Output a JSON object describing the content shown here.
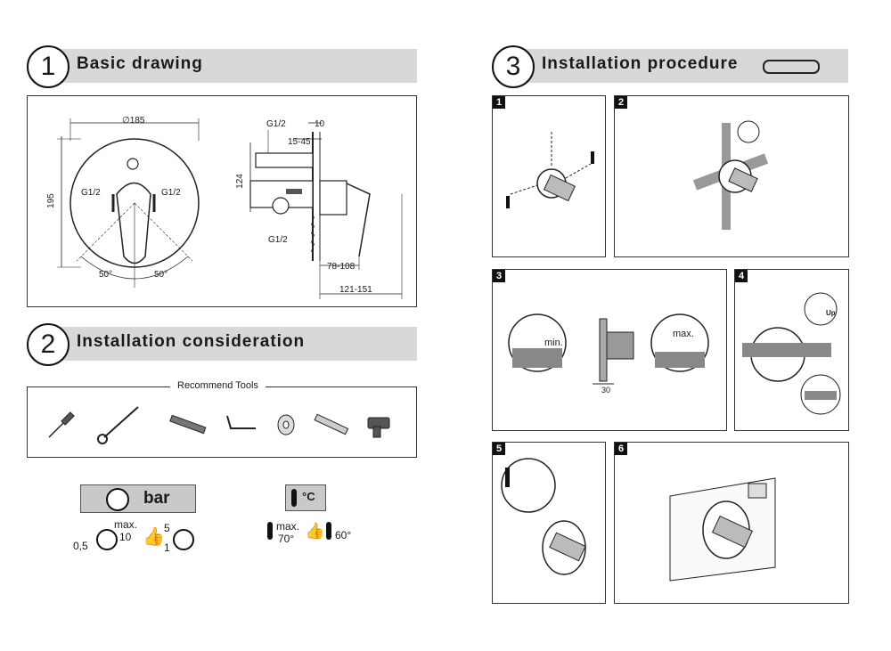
{
  "sections": [
    {
      "number": "1",
      "title": "Basic drawing"
    },
    {
      "number": "2",
      "title": "Installation consideration"
    },
    {
      "number": "3",
      "title": "Installation procedure"
    }
  ],
  "drawing": {
    "diameter": "∅185",
    "height": "195",
    "inlet_left": "G1/2",
    "inlet_right": "G1/2",
    "angle_left": "50°",
    "angle_right": "50°",
    "side_top": "G1/2",
    "side_depth": "10",
    "side_range": "15-45",
    "side_height": "124",
    "side_bottom": "G1/2",
    "depth1": "78-108",
    "depth2": "121-151"
  },
  "tools": {
    "legend": "Recommend Tools",
    "items": [
      "screwdriver-icon",
      "wrench-icon",
      "utility-knife-icon",
      "hex-key-icon",
      "tape-icon",
      "spirit-level-icon",
      "drill-icon"
    ]
  },
  "pressure": {
    "unit": "bar",
    "max_label": "max.",
    "max_value": "10",
    "min_value": "0,5",
    "rec_value": "5",
    "rec_low": "1"
  },
  "temperature": {
    "unit": "°C",
    "max_label": "max.",
    "max_value": "70°",
    "rec_value": "60°"
  },
  "steps": [
    {
      "label": "1"
    },
    {
      "label": "2"
    },
    {
      "label": "3",
      "min": "min.",
      "max": "max.",
      "gap": "30"
    },
    {
      "label": "4",
      "up": "Up"
    },
    {
      "label": "5"
    },
    {
      "label": "6"
    }
  ]
}
